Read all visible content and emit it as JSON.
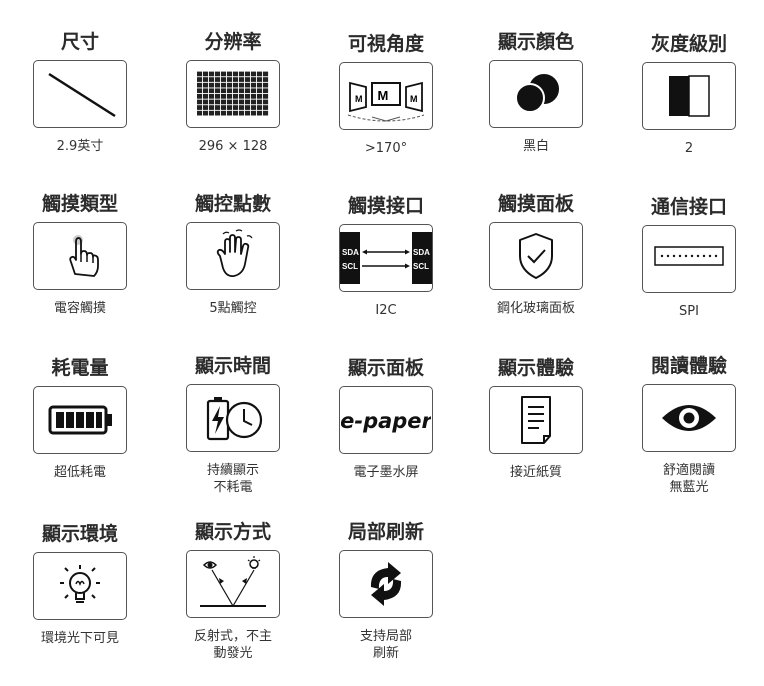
{
  "specs": [
    {
      "title": "尺寸",
      "value": "2.9英寸",
      "icon": "diagonal-line-icon"
    },
    {
      "title": "分辨率",
      "value": "296 × 128",
      "icon": "pixel-grid-icon"
    },
    {
      "title": "可視角度",
      "value": ">170°",
      "icon": "viewing-angle-icon"
    },
    {
      "title": "顯示顏色",
      "value": "黑白",
      "icon": "color-circles-icon"
    },
    {
      "title": "灰度級別",
      "value": "2",
      "icon": "grayscale-icon"
    },
    {
      "title": "觸摸類型",
      "value": "電容觸摸",
      "icon": "touch-hand-icon"
    },
    {
      "title": "觸控點數",
      "value": "5點觸控",
      "icon": "multi-touch-hand-icon"
    },
    {
      "title": "觸摸接口",
      "value": "I2C",
      "icon": "i2c-interface-icon"
    },
    {
      "title": "觸摸面板",
      "value": "鋼化玻璃面板",
      "icon": "shield-check-icon"
    },
    {
      "title": "通信接口",
      "value": "SPI",
      "icon": "spi-connector-icon"
    },
    {
      "title": "耗電量",
      "value": "超低耗電",
      "icon": "battery-icon"
    },
    {
      "title": "顯示時間",
      "value": "持續顯示\n不耗電",
      "icon": "battery-clock-icon"
    },
    {
      "title": "顯示面板",
      "value": "電子墨水屏",
      "icon": "epaper-icon"
    },
    {
      "title": "顯示體驗",
      "value": "接近紙質",
      "icon": "document-icon"
    },
    {
      "title": "閱讀體驗",
      "value": "舒適閱讀\n無藍光",
      "icon": "eye-icon"
    },
    {
      "title": "顯示環境",
      "value": "環境光下可見",
      "icon": "light-bulb-icon"
    },
    {
      "title": "顯示方式",
      "value": "反射式，不主\n動發光",
      "icon": "reflection-icon"
    },
    {
      "title": "局部刷新",
      "value": "支持局部\n刷新",
      "icon": "refresh-arrows-icon"
    }
  ],
  "labels": {
    "sda": "SDA",
    "scl": "SCL",
    "epaper": "e-paper"
  }
}
